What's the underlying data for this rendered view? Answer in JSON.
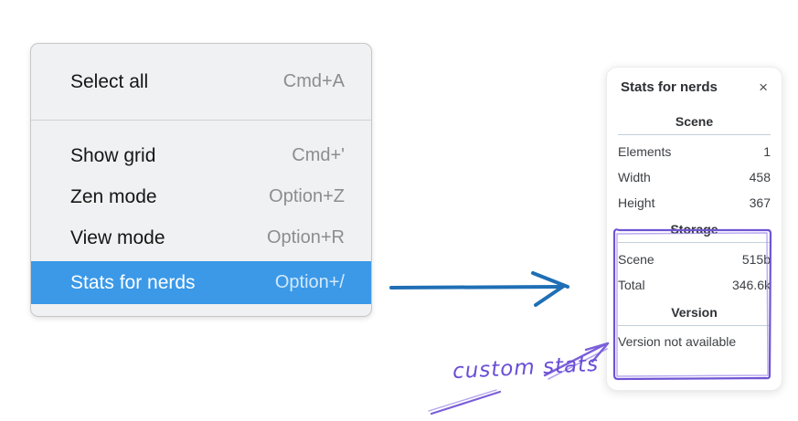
{
  "menu": {
    "items": [
      {
        "label": "Select all",
        "shortcut": "Cmd+A",
        "selected": false
      },
      {
        "label": "Show grid",
        "shortcut": "Cmd+'",
        "selected": false
      },
      {
        "label": "Zen mode",
        "shortcut": "Option+Z",
        "selected": false
      },
      {
        "label": "View mode",
        "shortcut": "Option+R",
        "selected": false
      },
      {
        "label": "Stats for nerds",
        "shortcut": "Option+/",
        "selected": true
      }
    ]
  },
  "panel": {
    "title": "Stats for nerds",
    "close_icon": "×",
    "sections": [
      {
        "heading": "Scene",
        "rows": [
          {
            "label": "Elements",
            "value": "1"
          },
          {
            "label": "Width",
            "value": "458"
          },
          {
            "label": "Height",
            "value": "367"
          }
        ]
      },
      {
        "heading": "Storage",
        "rows": [
          {
            "label": "Scene",
            "value": "515b"
          },
          {
            "label": "Total",
            "value": "346.6k"
          }
        ]
      },
      {
        "heading": "Version",
        "note": "Version not available"
      }
    ]
  },
  "annotation": {
    "label": "custom stats"
  },
  "colors": {
    "menu_highlight": "#3b99e8",
    "arrow_blue": "#1f6fb5",
    "annotation_purple": "#7054d4",
    "annotation_purple_light": "#a18ee9",
    "rule_gray": "#c3cfda"
  }
}
